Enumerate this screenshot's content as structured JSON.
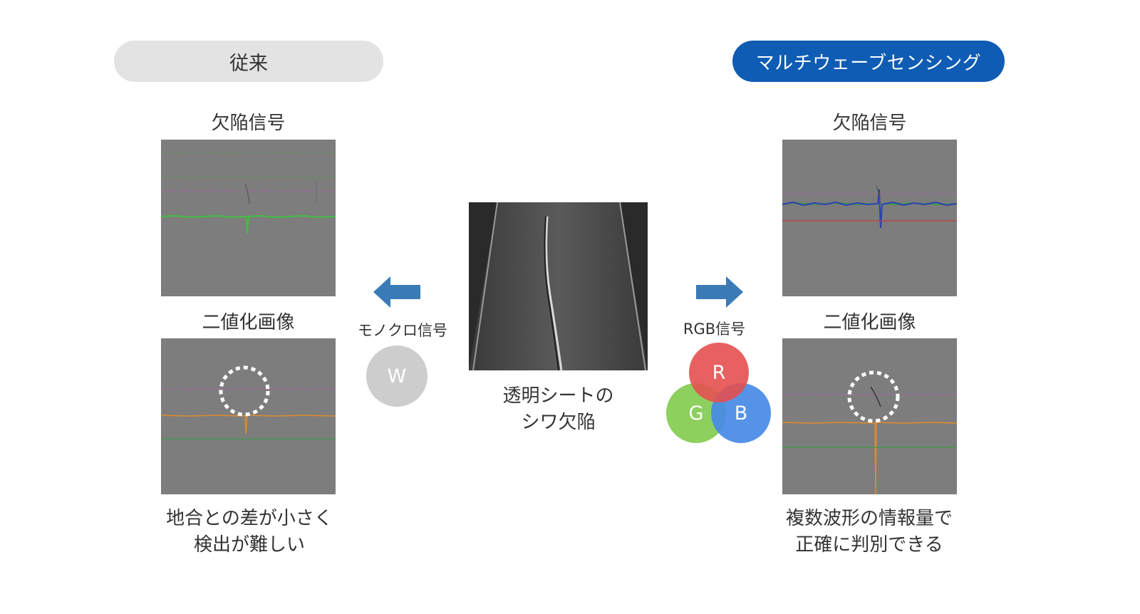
{
  "left_header": {
    "label": "従来"
  },
  "right_header": {
    "label": "マルチウェーブセンシング"
  },
  "left": {
    "signal_label": "欠陥信号",
    "binary_label": "二値化画像",
    "caption_line1": "地合との差が小さく",
    "caption_line2": "検出が難しい"
  },
  "right": {
    "signal_label": "欠陥信号",
    "binary_label": "二値化画像",
    "caption_line1": "複数波形の情報量で",
    "caption_line2": "正確に判別できる"
  },
  "center": {
    "caption_line1": "透明シートの",
    "caption_line2": "シワ欠陥"
  },
  "mono": {
    "label": "モノクロ信号",
    "circle": "W"
  },
  "rgb": {
    "label": "RGB信号",
    "r": "R",
    "g": "G",
    "b": "B"
  },
  "colors": {
    "accent_blue": "#0f5cb4",
    "arrow_blue": "#3a7ab5",
    "panel_gray": "#7d7d7d",
    "red": "#e85a5a",
    "green": "#8ccf5a",
    "blue": "#4a8fe6",
    "white_circle": "#cdcdcd"
  },
  "icons": {
    "left_arrow": "arrow-left-icon",
    "right_arrow": "arrow-right-icon"
  }
}
